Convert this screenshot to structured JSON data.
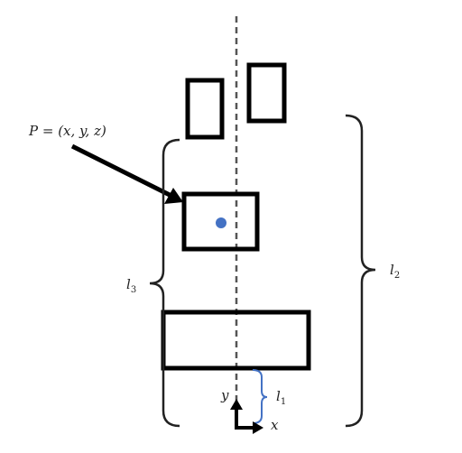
{
  "labels": {
    "point": "P = (x, y, z)",
    "l3": "l",
    "l3_sub": "3",
    "l2": "l",
    "l2_sub": "2",
    "l1": "l",
    "l1_sub": "1",
    "axis_y": "y",
    "axis_x": "x"
  },
  "colors": {
    "outline": "#000000",
    "axis_line": "#555555",
    "point_fill": "#4472c4",
    "l1_bracket": "#4472c4",
    "brace": "#222222"
  }
}
